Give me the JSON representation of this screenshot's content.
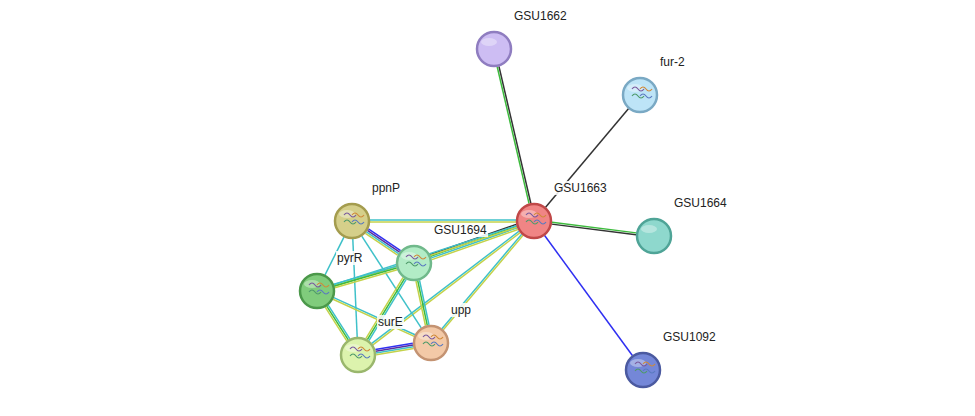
{
  "diagram": {
    "nodes": [
      {
        "text": [
          "GSU1662"
        ]
      },
      {
        "text": [
          "fur-2"
        ]
      },
      {
        "text": [
          "GSU1663"
        ]
      },
      {
        "text": [
          "GSU1664"
        ]
      },
      {
        "text": [
          "ppnP"
        ]
      },
      {
        "text": [
          "GSU1694"
        ]
      },
      {
        "text": [
          "pyrR"
        ]
      },
      {
        "text": [
          "upp"
        ]
      },
      {
        "text": [
          "surE"
        ]
      },
      {
        "text": [
          "GSU1092"
        ]
      }
    ],
    "edges": [
      {
        "from": 0,
        "to": 2,
        "arrow": "none"
      },
      {
        "from": 1,
        "to": 2,
        "arrow": "none"
      },
      {
        "from": 3,
        "to": 2,
        "arrow": "none"
      },
      {
        "from": 9,
        "to": 2,
        "arrow": "none"
      },
      {
        "from": 4,
        "to": 2,
        "arrow": "none"
      },
      {
        "from": 5,
        "to": 2,
        "arrow": "none"
      },
      {
        "from": 6,
        "to": 2,
        "arrow": "none"
      },
      {
        "from": 8,
        "to": 2,
        "arrow": "none"
      },
      {
        "from": 7,
        "to": 2,
        "arrow": "none"
      },
      {
        "from": 4,
        "to": 5,
        "arrow": "none"
      },
      {
        "from": 4,
        "to": 6,
        "arrow": "none"
      },
      {
        "from": 4,
        "to": 8,
        "arrow": "none"
      },
      {
        "from": 4,
        "to": 7,
        "arrow": "none"
      },
      {
        "from": 6,
        "to": 5,
        "arrow": "none"
      },
      {
        "from": 6,
        "to": 8,
        "arrow": "none"
      },
      {
        "from": 6,
        "to": 7,
        "arrow": "none"
      },
      {
        "from": 5,
        "to": 8,
        "arrow": "none"
      },
      {
        "from": 5,
        "to": 7,
        "arrow": "none"
      },
      {
        "from": 8,
        "to": 7,
        "arrow": "none"
      }
    ]
  }
}
